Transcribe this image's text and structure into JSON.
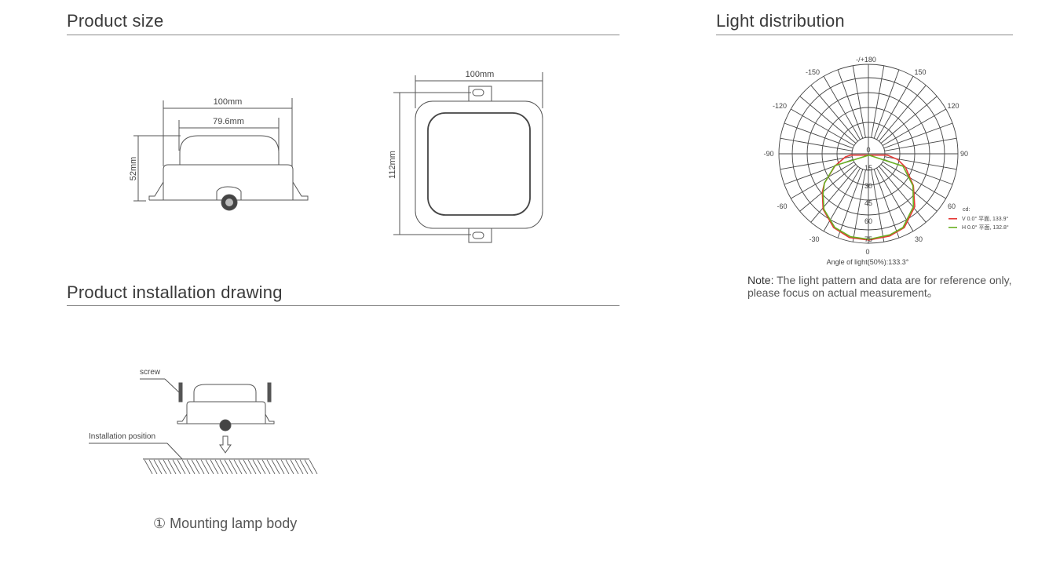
{
  "sections": {
    "product_size": "Product size",
    "installation": "Product installation drawing",
    "light_distribution": "Light distribution"
  },
  "dimensions": {
    "side_width": "100mm",
    "side_dome_width": "79.6mm",
    "side_height": "52mm",
    "top_width": "100mm",
    "top_height": "112mm"
  },
  "installation": {
    "screw_label": "screw",
    "position_label": "Installation position",
    "step": "① Mounting lamp body"
  },
  "polar": {
    "angle_labels": {
      "top": "-/+180",
      "n150": "-150",
      "p150": "150",
      "n120": "-120",
      "p120": "120",
      "n90": "-90",
      "p90": "90",
      "n60": "-60",
      "p60": "60",
      "n30": "-30",
      "p30": "30",
      "bottom": "0"
    },
    "ring_labels": [
      "0",
      "15",
      "30",
      "45",
      "60",
      "75"
    ],
    "legend_title": "cd:",
    "legend": [
      {
        "label": "V 0.0°  平面, 133.9°",
        "color": "#e53935"
      },
      {
        "label": "H 0.0°  平面, 132.8°",
        "color": "#6ab023"
      }
    ],
    "beam_angle": "Angle of light(50%):133.3°"
  },
  "note": {
    "prefix": "Note:",
    "line1": " The light pattern and data are for reference only,",
    "line2": "please focus on actual measurement。"
  }
}
